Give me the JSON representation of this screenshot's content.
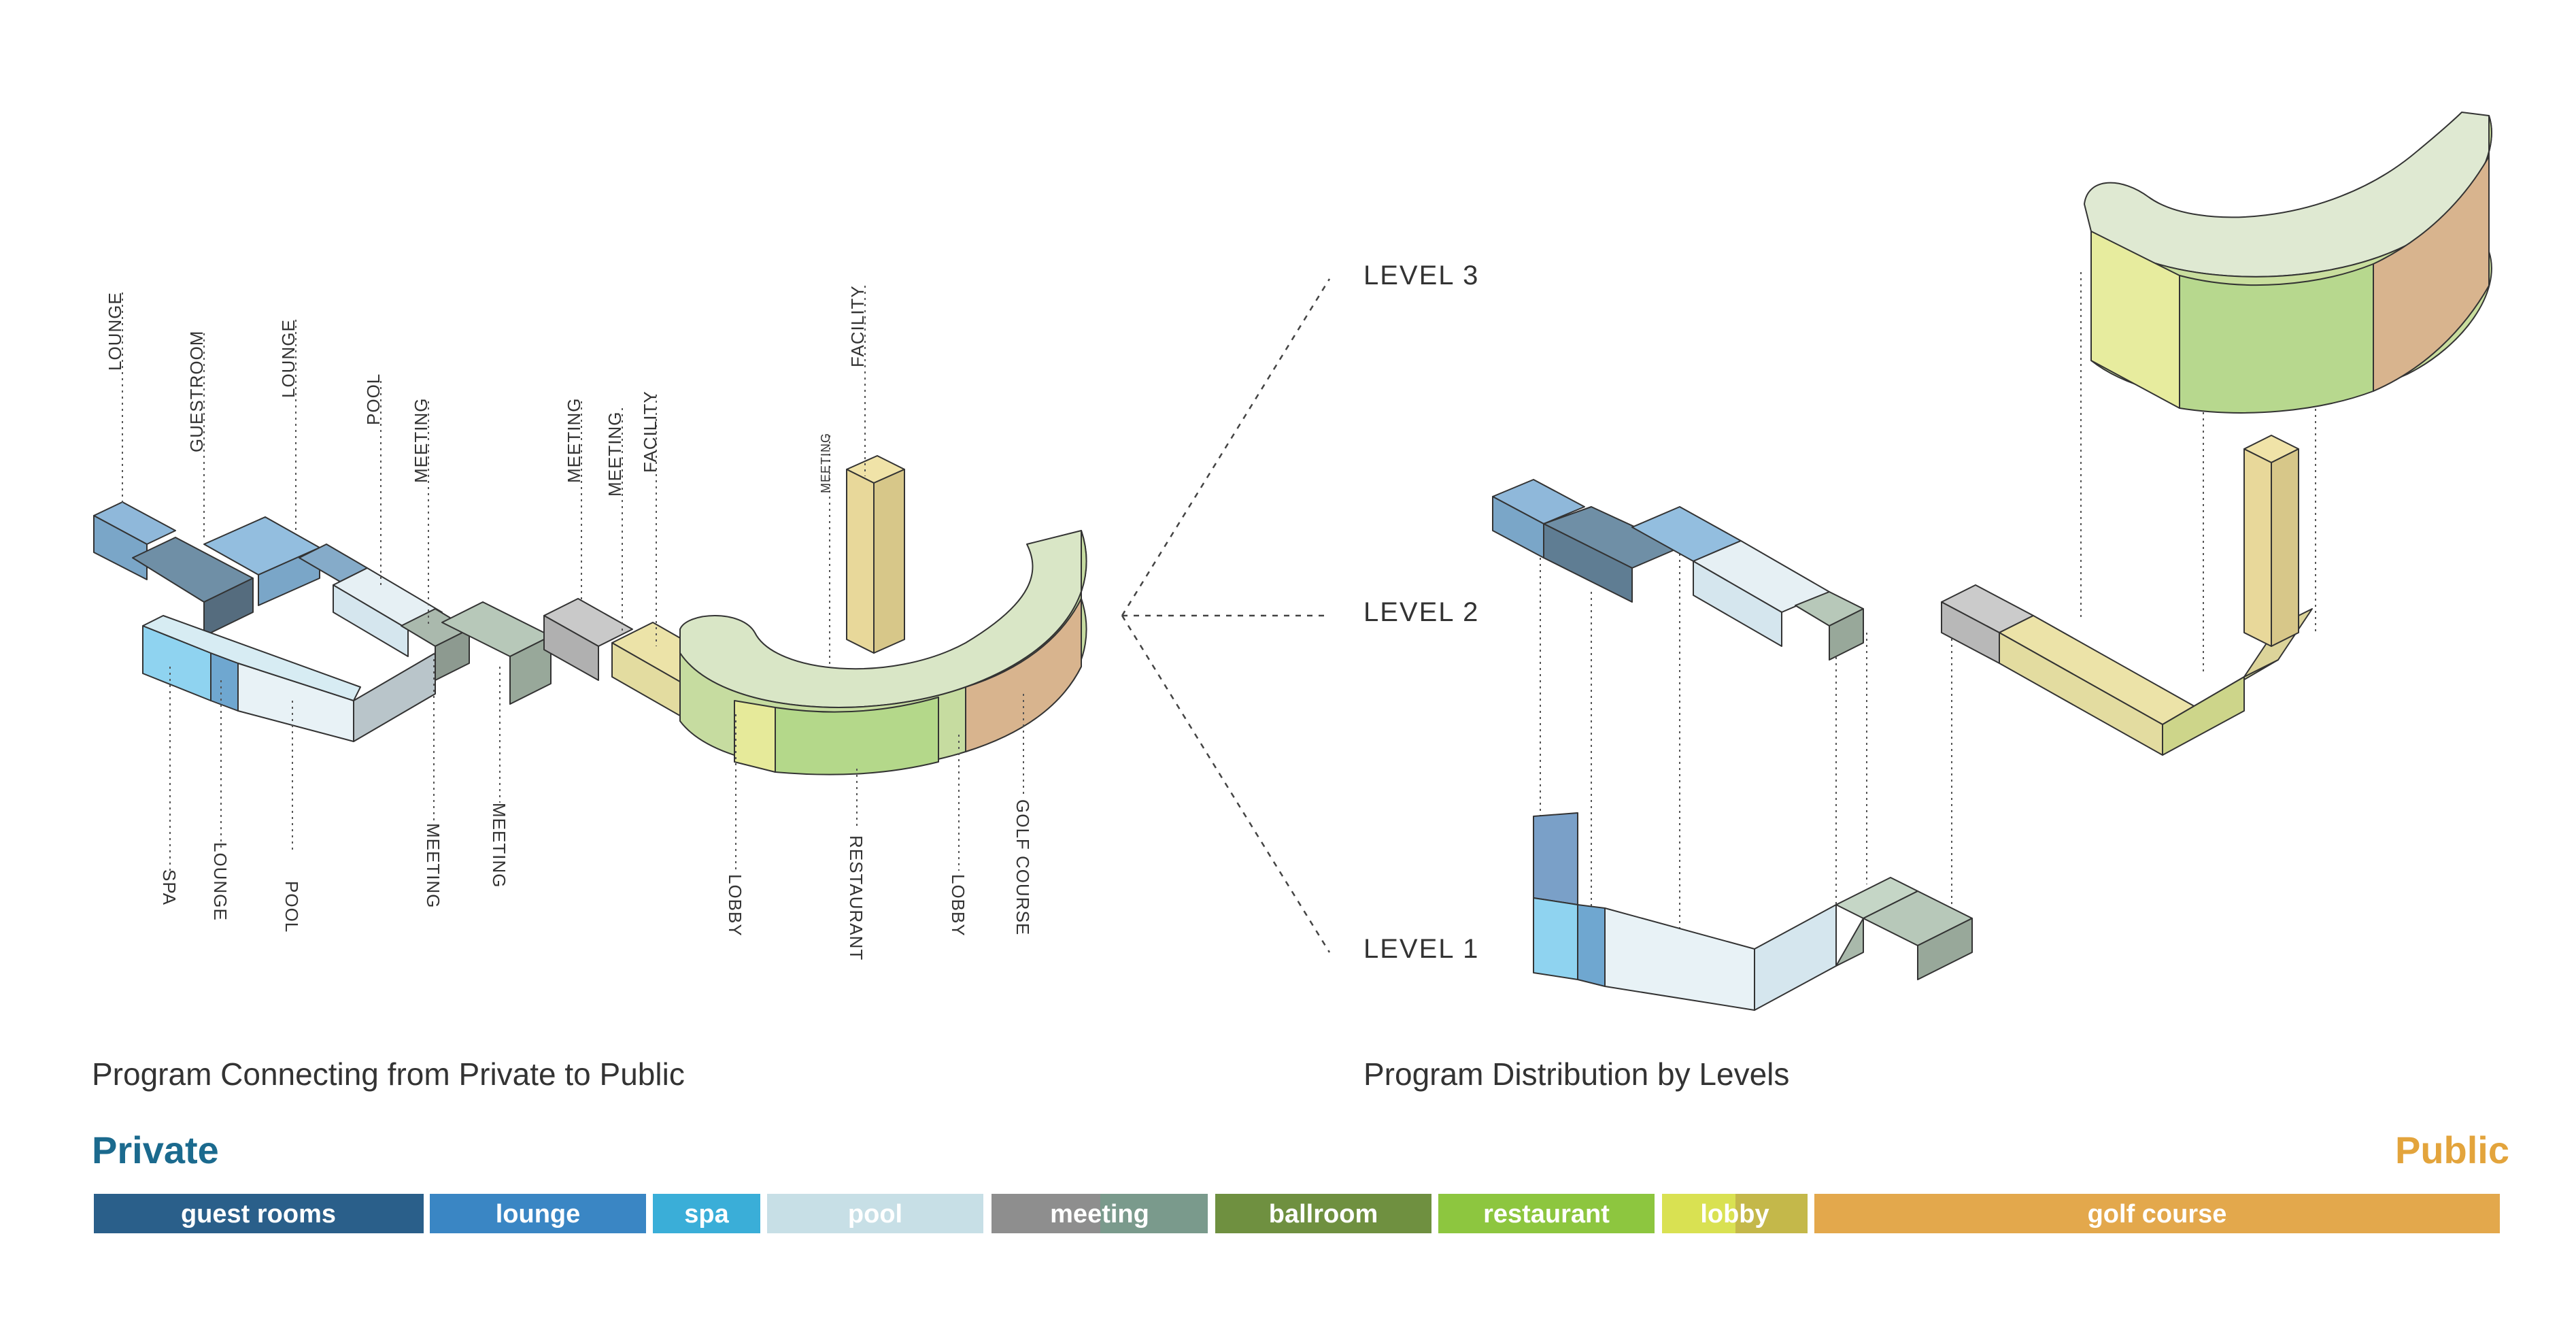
{
  "left_diagram": {
    "title": "Program Connecting from Private to Public",
    "top_labels": [
      "LOUNGE",
      "GUESTROOM",
      "LOUNGE",
      "POOL",
      "MEETING",
      "MEETING",
      "MEETING",
      "FACILITY",
      "MEETING",
      "FACILITY"
    ],
    "bottom_labels": [
      "SPA",
      "LOUNGE",
      "POOL",
      "MEETING",
      "MEETING",
      "LOBBY",
      "RESTAURANT",
      "LOBBY",
      "GOLF COURSE"
    ]
  },
  "right_diagram": {
    "title": "Program Distribution by Levels",
    "levels": [
      "LEVEL 3",
      "LEVEL 2",
      "LEVEL 1"
    ]
  },
  "legend": {
    "private_label": "Private",
    "public_label": "Public",
    "private_color": "#1b6a8e",
    "public_color": "#e3a43c",
    "items": [
      {
        "label": "guest rooms",
        "color": "#2a5f8a"
      },
      {
        "label": "lounge",
        "color": "#3a86c4"
      },
      {
        "label": "spa",
        "color": "#3aaed8"
      },
      {
        "label": "pool",
        "color": "#c7dfe6"
      },
      {
        "label": "meeting",
        "color": "#8e8e8e",
        "color2": "#7a9a8c"
      },
      {
        "label": "ballroom",
        "color": "#6f9040"
      },
      {
        "label": "restaurant",
        "color": "#8dc63f"
      },
      {
        "label": "lobby",
        "color": "#d9e152",
        "color2": "#c4b84a"
      },
      {
        "label": "golf course",
        "color": "#e3a84c"
      }
    ]
  }
}
